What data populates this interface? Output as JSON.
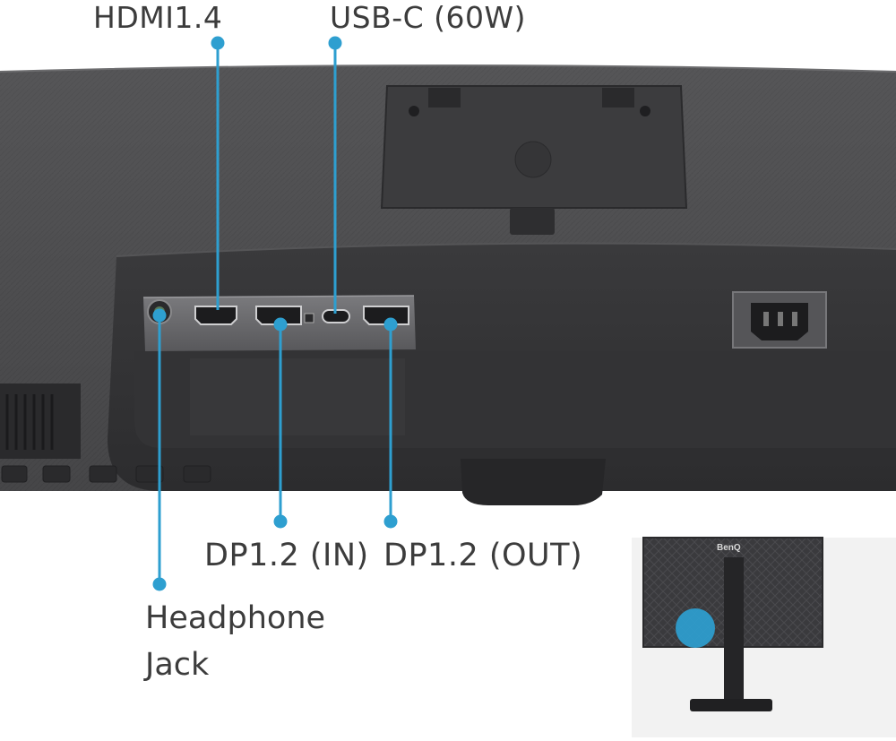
{
  "labels": {
    "hdmi": "HDMI1.4",
    "usbc": "USB-C (60W)",
    "dp_in": "DP1.2 (IN)",
    "dp_out": "DP1.2 (OUT)",
    "headphone_line1": "Headphone",
    "headphone_line2": "Jack"
  },
  "inset_brand": "BenQ",
  "colors": {
    "callout": "#2e9fd0",
    "body_dark": "#4a4a4c",
    "body_darker": "#2f2f31",
    "panel_light": "#6b6b6e",
    "label_text": "#3c3c3c"
  }
}
